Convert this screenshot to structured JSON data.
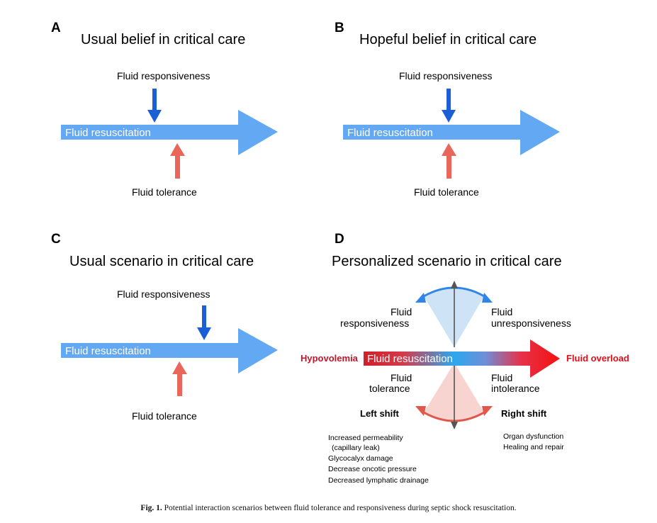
{
  "panels": {
    "a": {
      "letter": "A",
      "title": "Usual belief in critical care",
      "responsiveness": "Fluid responsiveness",
      "resuscitation": "Fluid resuscitation",
      "tolerance": "Fluid tolerance"
    },
    "b": {
      "letter": "B",
      "title": "Hopeful belief in critical care",
      "responsiveness": "Fluid responsiveness",
      "resuscitation": "Fluid resuscitation",
      "tolerance": "Fluid tolerance"
    },
    "c": {
      "letter": "C",
      "title": "Usual scenario in critical care",
      "responsiveness": "Fluid responsiveness",
      "resuscitation": "Fluid resuscitation",
      "tolerance": "Fluid tolerance"
    },
    "d": {
      "letter": "D",
      "title": "Personalized scenario in critical care",
      "resuscitation": "Fluid resuscitation",
      "hypovolemia": "Hypovolemia",
      "overload": "Fluid overload",
      "responsiveness_l1": "Fluid",
      "responsiveness_l2": "responsiveness",
      "unresponsiveness_l1": "Fluid",
      "unresponsiveness_l2": "unresponsiveness",
      "tolerance_l1": "Fluid",
      "tolerance_l2": "tolerance",
      "intolerance_l1": "Fluid",
      "intolerance_l2": "intolerance",
      "left_shift": "Left shift",
      "right_shift": "Right shift",
      "left_items": [
        "Increased permeability",
        "(capillary leak)",
        "Glycocalyx damage",
        "Decrease oncotic pressure",
        "Decreased lymphatic drainage"
      ],
      "right_items": [
        "Organ dysfunction",
        "Healing and repair"
      ]
    }
  },
  "caption": {
    "label": "Fig. 1.",
    "text": " Potential interaction scenarios between fluid tolerance and responsiveness during septic shock resuscitation."
  },
  "colors": {
    "flow_arrow": "#62a8f2",
    "blue_arrow": "#1a5fd6",
    "red_arrow": "#e8675a",
    "hypovolemia_text": "#c0152a",
    "overload_text": "#e0101a"
  }
}
